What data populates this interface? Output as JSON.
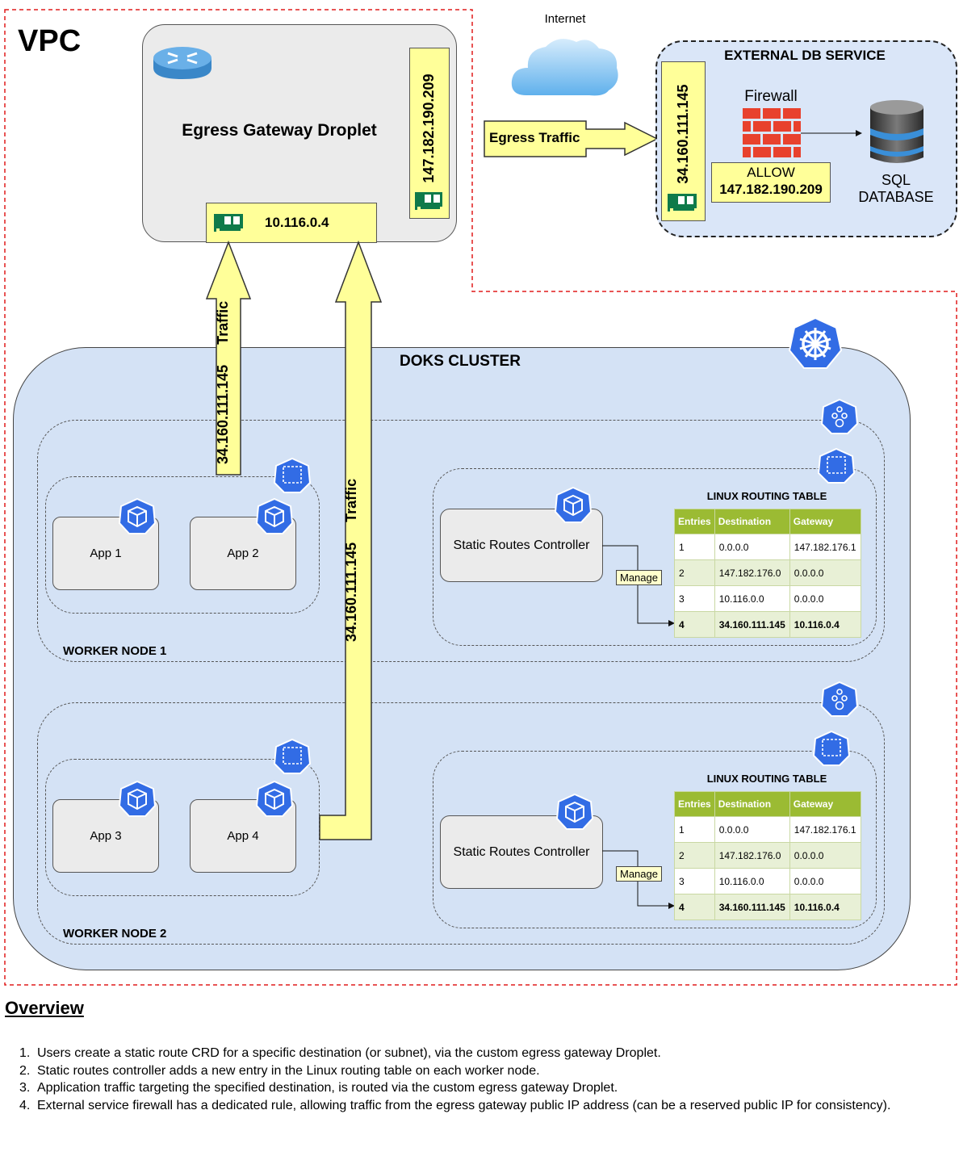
{
  "vpc": {
    "title": "VPC"
  },
  "droplet": {
    "title": "Egress Gateway Droplet",
    "private_ip": "10.116.0.4",
    "public_ip": "147.182.190.209"
  },
  "internet": {
    "label": "Internet"
  },
  "egress_traffic": {
    "label": "Egress Traffic"
  },
  "external_db": {
    "title": "EXTERNAL DB SERVICE",
    "ip": "34.160.111.145",
    "firewall_label": "Firewall",
    "allow_label": "ALLOW",
    "allow_ip": "147.182.190.209",
    "db_label_1": "SQL",
    "db_label_2": "DATABASE"
  },
  "traffic_arrows": [
    {
      "ip": "34.160.111.145",
      "label": "Traffic"
    },
    {
      "ip": "34.160.111.145",
      "label": "Traffic"
    }
  ],
  "cluster": {
    "title": "DOKS CLUSTER"
  },
  "worker_nodes": [
    {
      "label": "WORKER NODE 1",
      "apps": [
        "App 1",
        "App 2"
      ],
      "controller": "Static Routes Controller",
      "manage": "Manage",
      "routing_table_title": "LINUX ROUTING TABLE"
    },
    {
      "label": "WORKER NODE 2",
      "apps": [
        "App 3",
        "App 4"
      ],
      "controller": "Static Routes Controller",
      "manage": "Manage",
      "routing_table_title": "LINUX ROUTING TABLE"
    }
  ],
  "routing_table": {
    "headers": [
      "Entries",
      "Destination",
      "Gateway"
    ],
    "rows": [
      [
        "1",
        "0.0.0.0",
        "147.182.176.1"
      ],
      [
        "2",
        "147.182.176.0",
        "0.0.0.0"
      ],
      [
        "3",
        "10.116.0.0",
        "0.0.0.0"
      ],
      [
        "4",
        "34.160.111.145",
        "10.116.0.4"
      ]
    ]
  },
  "overview": {
    "title": "Overview",
    "items": [
      "Users create a static route CRD for a specific destination (or subnet), via the custom egress gateway Droplet.",
      "Static routes controller adds a new entry in the Linux routing table on each worker node.",
      "Application traffic targeting the specified destination, is routed via the custom egress gateway Droplet.",
      "External service firewall has a dedicated rule, allowing traffic from the egress gateway public IP address (can be a reserved public IP for consistency)."
    ]
  },
  "colors": {
    "vpc_border": "#e01b1b",
    "yellow": "#ffff99",
    "cluster_fill": "#d4e2f5",
    "table_header": "#9bbb33",
    "table_alt_row": "#e8f0d6",
    "kube_blue": "#326ce5",
    "nic_green": "#0f7a4a",
    "firewall_red": "#e8412d"
  },
  "icons": [
    "router-icon",
    "cloud-icon",
    "nic-icon",
    "firewall-icon",
    "database-icon",
    "kubernetes-wheel-icon",
    "kubernetes-node-icon",
    "kubernetes-pod-icon",
    "kubernetes-cube-icon"
  ]
}
